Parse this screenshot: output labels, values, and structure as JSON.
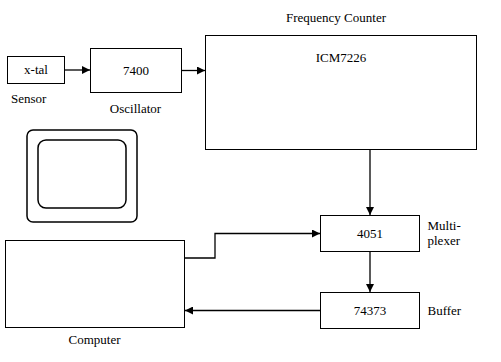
{
  "diagram": {
    "nodes": [
      {
        "text": [
          "x-tal",
          "Sensor"
        ]
      },
      {
        "text": [
          "7400",
          "Oscillator"
        ]
      },
      {
        "text": [
          "Frequency Counter",
          "ICM7226"
        ]
      },
      {
        "text": [
          "4051",
          "Multi- plexer"
        ]
      },
      {
        "text": [
          "74373",
          "Buffer"
        ]
      },
      {
        "text": [
          "Computer"
        ]
      }
    ],
    "edges": [
      {
        "from": 0,
        "to": 1,
        "arrow": "to"
      },
      {
        "from": 1,
        "to": 2,
        "arrow": "to"
      },
      {
        "from": 2,
        "to": 3,
        "arrow": "to"
      },
      {
        "from": 5,
        "to": 3,
        "arrow": "to"
      },
      {
        "from": 3,
        "to": 4,
        "arrow": "to"
      },
      {
        "from": 4,
        "to": 5,
        "arrow": "to"
      }
    ]
  }
}
